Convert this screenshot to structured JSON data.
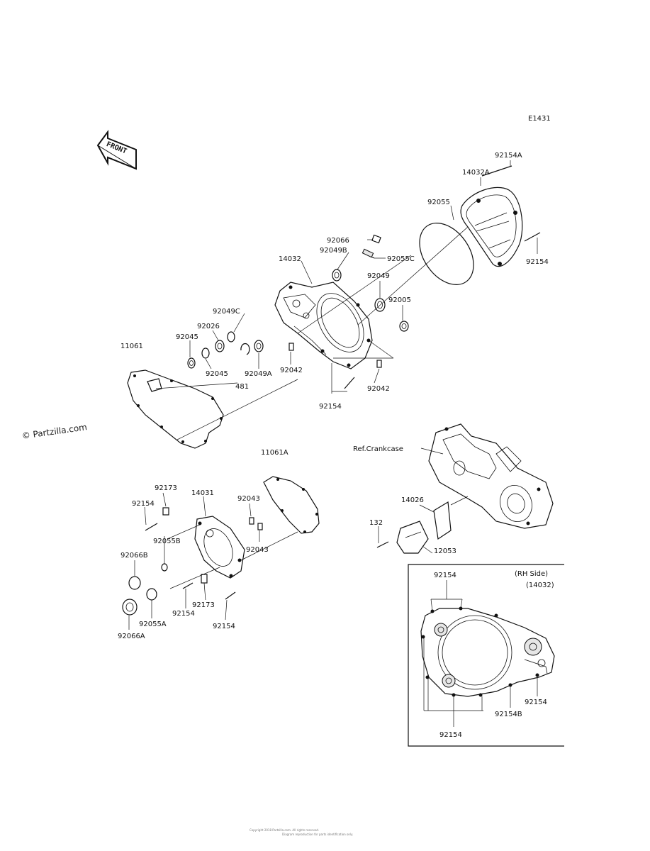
{
  "diagram_code": "E1431",
  "front_label": "FRONT",
  "watermark": "© Partzilla.com",
  "ref_crankcase": "Ref.Crankcase",
  "inset": {
    "title": "(RH Side)",
    "subtitle": "(14032)"
  },
  "labels": {
    "p92154A": "92154A",
    "p14032A": "14032A",
    "p92055": "92055",
    "p92154_top": "92154",
    "p92066": "92066",
    "p92049B": "92049B",
    "p92055C": "92055C",
    "p14032": "14032",
    "p92049": "92049",
    "p92005": "92005",
    "p92049C": "92049C",
    "p92026": "92026",
    "p92045a": "92045",
    "p92045b": "92045",
    "p92049A": "92049A",
    "p92042a": "92042",
    "p92042b": "92042",
    "p11061": "11061",
    "p481": "481",
    "p92154_mid": "92154",
    "p11061A": "11061A",
    "p92173a": "92173",
    "p14031": "14031",
    "p92043a": "92043",
    "p92043b": "92043",
    "p92154_l1": "92154",
    "p92055B": "92055B",
    "p92066B": "92066B",
    "p92055A": "92055A",
    "p92066A": "92066A",
    "p92154_l2": "92154",
    "p92173b": "92173",
    "p92154_l3": "92154",
    "p14026": "14026",
    "p132": "132",
    "p12053": "12053",
    "inset_92154_top": "92154",
    "inset_92154_right": "92154",
    "inset_92154B": "92154B",
    "inset_92154_bottom": "92154"
  },
  "footer_line1": "Copyright 2018 Partzilla.com. All rights reserved.",
  "footer_line2": "Diagram reproduction for parts identification only."
}
